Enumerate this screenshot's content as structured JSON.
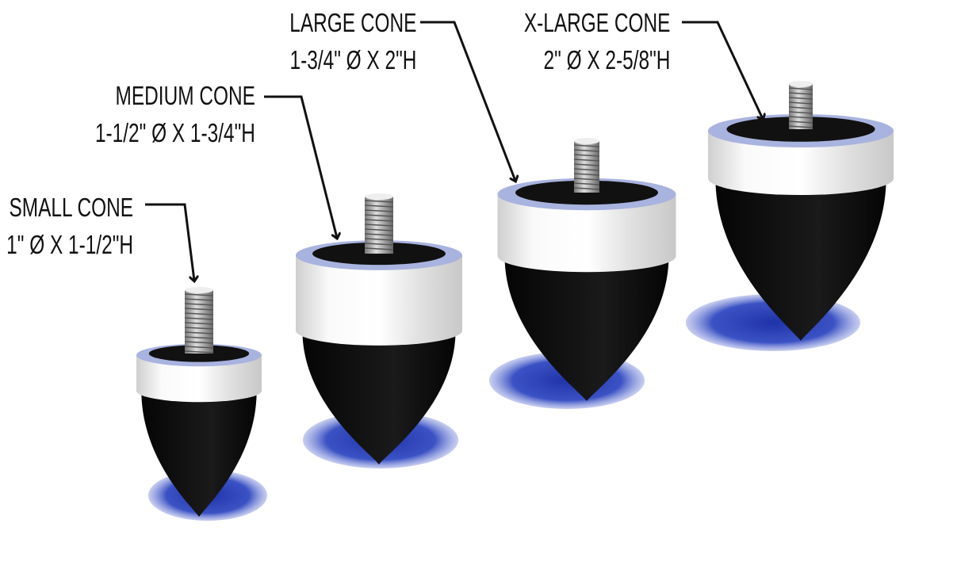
{
  "colors": {
    "text": "#111111",
    "shadow": "#2a3fb0",
    "rubber": "#0c0c0c",
    "band": "#e8e8e8"
  },
  "cones": [
    {
      "name": "SMALL CONE",
      "size": "1\" Ø X 1-1/2\"H"
    },
    {
      "name": "MEDIUM CONE",
      "size": "1-1/2\" Ø X 1-3/4\"H"
    },
    {
      "name": "LARGE CONE",
      "size": "1-3/4\" Ø X 2\"H"
    },
    {
      "name": "X-LARGE CONE",
      "size": "2\" Ø X 2-5/8\"H"
    }
  ]
}
